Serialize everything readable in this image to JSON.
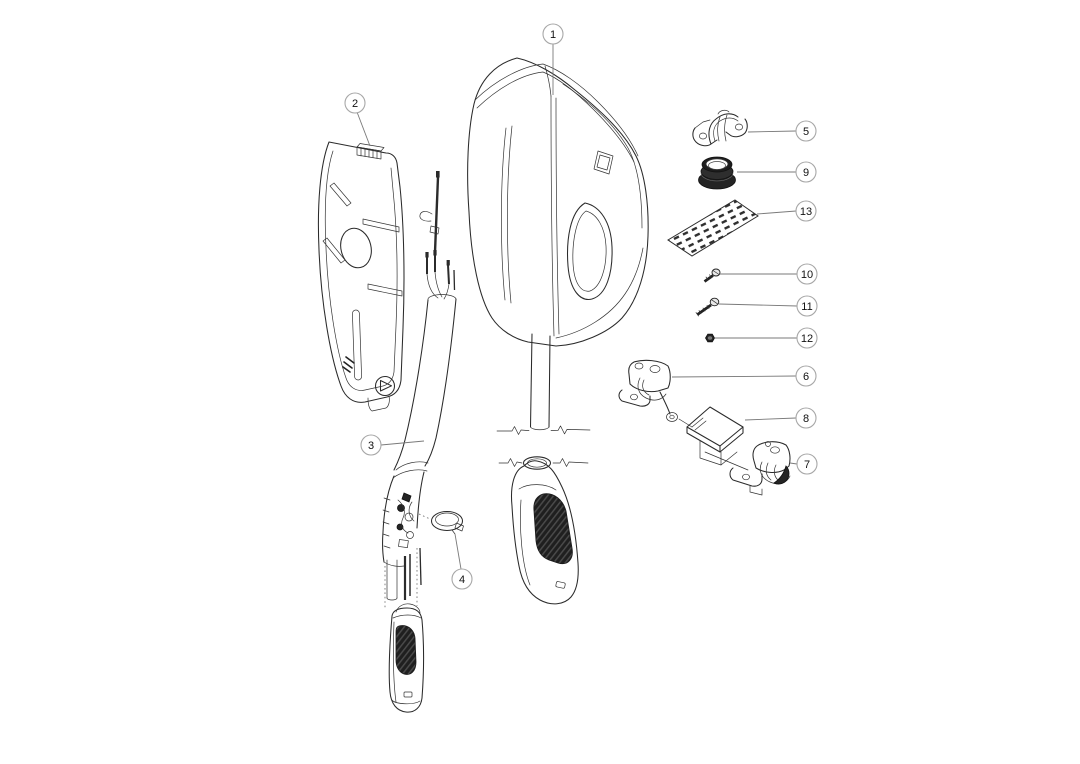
{
  "figure": {
    "kind": "exploded-parts-diagram",
    "background_color": "#ffffff",
    "line_color": "#2b2b2b",
    "dark_fill_color": "#242424",
    "leader_line_color": "#7a7a7a",
    "callout_circle_stroke": "#a8a8a8",
    "callout_text_color": "#111111"
  },
  "callouts": [
    {
      "label": "1"
    },
    {
      "label": "2"
    },
    {
      "label": "3"
    },
    {
      "label": "4"
    },
    {
      "label": "5"
    },
    {
      "label": "6"
    },
    {
      "label": "7"
    },
    {
      "label": "8"
    },
    {
      "label": "9"
    },
    {
      "label": "10"
    },
    {
      "label": "11"
    },
    {
      "label": "12"
    },
    {
      "label": "13"
    }
  ]
}
